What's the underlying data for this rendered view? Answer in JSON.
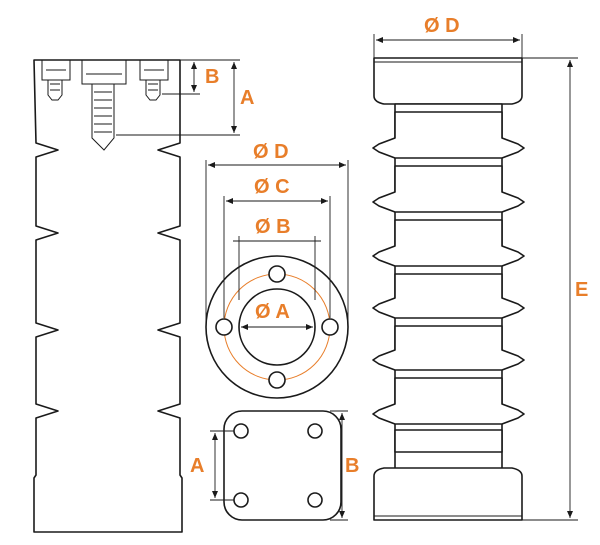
{
  "colors": {
    "line": "#1a1a1a",
    "accent": "#e87e2a",
    "background": "#ffffff"
  },
  "labels": {
    "side_view": {
      "b": "B",
      "a": "A"
    },
    "flange_top": {
      "d": "Ø D",
      "c": "Ø C",
      "b": "Ø B",
      "a": "Ø A"
    },
    "square_base": {
      "a": "A",
      "b": "B"
    },
    "outer_view": {
      "d": "Ø D",
      "e": "E"
    }
  }
}
